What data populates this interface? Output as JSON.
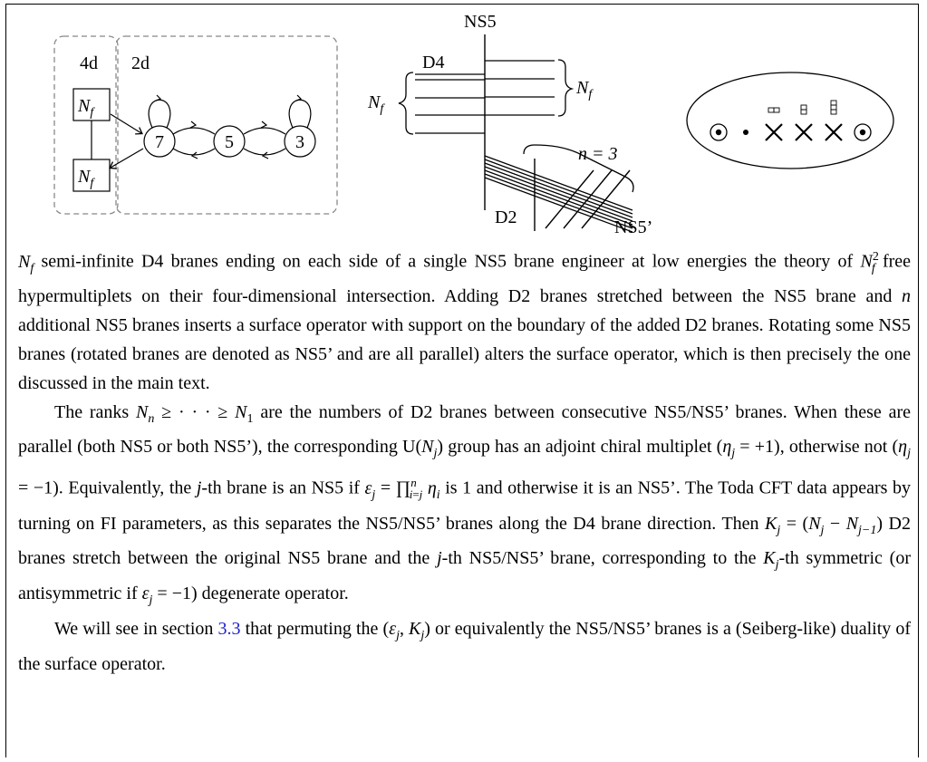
{
  "figure": {
    "quiver": {
      "label_4d": "4d",
      "label_2d": "2d",
      "flavor_box": "N",
      "flavor_sub": "f",
      "nodes": [
        "7",
        "5",
        "3"
      ]
    },
    "brane": {
      "ns5_label": "NS5",
      "d4_label": "D4",
      "nf_base": "N",
      "nf_sub": "f",
      "n_label": "n = 3",
      "d2_label": "D2",
      "ns5p_label": "NS5’"
    }
  },
  "text": {
    "p1": {
      "a": "semi-infinite D4 branes ending on each side of a single NS5 brane engineer at low energies the theory of",
      "b": "free hypermultiplets on their four-dimensional intersection. Adding D2 branes stretched between the NS5 brane and",
      "c": "additional NS5 branes inserts a surface operator with support on the boundary of the added D2 branes. Rotating some NS5 branes (rotated branes are denoted as NS5’ and are all parallel) alters the surface operator, which is then precisely the one discussed in the main text."
    },
    "p2": {
      "a": "The ranks",
      "b": "are the numbers of D2 branes between consecutive NS5/NS5’ branes. When these are parallel (both NS5 or both NS5’), the corresponding",
      "c": "group has an adjoint chiral multiplet",
      "d": ", otherwise not",
      "e": ". Equivalently, the",
      "f": "-th brane is an NS5 if",
      "g": "is 1 and otherwise it is an NS5’. The Toda CFT data appears by turning on FI parameters, as this separates the NS5/NS5’ branes along the D4 brane direction. Then",
      "h": "D2 branes stretch between the original NS5 brane and the",
      "i": "-th NS5/NS5’ brane, corresponding to the",
      "j": "-th symmetric (or antisymmetric if",
      "k": ") degenerate operator."
    },
    "p3": {
      "a": "We will see in section",
      "link": "3.3",
      "b": "that permuting the",
      "c": "or equivalently the NS5/NS5’ branes is a (Seiberg-like) duality of the surface operator."
    }
  }
}
